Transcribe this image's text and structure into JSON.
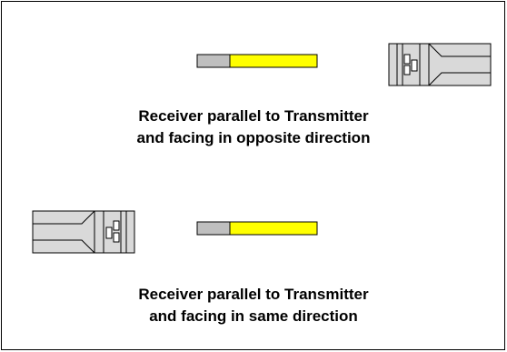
{
  "colors": {
    "rod_gray": "#bfbfbf",
    "rod_yellow": "#ffff00",
    "device_fill": "#d9d9d9",
    "outline": "#000000"
  },
  "scenarios": [
    {
      "caption_line1": "Receiver parallel to Transmitter",
      "caption_line2": "and facing in opposite direction",
      "device_facing": "left",
      "device_side": "right"
    },
    {
      "caption_line1": "Receiver parallel to Transmitter",
      "caption_line2": "and facing in same direction",
      "device_facing": "right",
      "device_side": "left"
    }
  ]
}
